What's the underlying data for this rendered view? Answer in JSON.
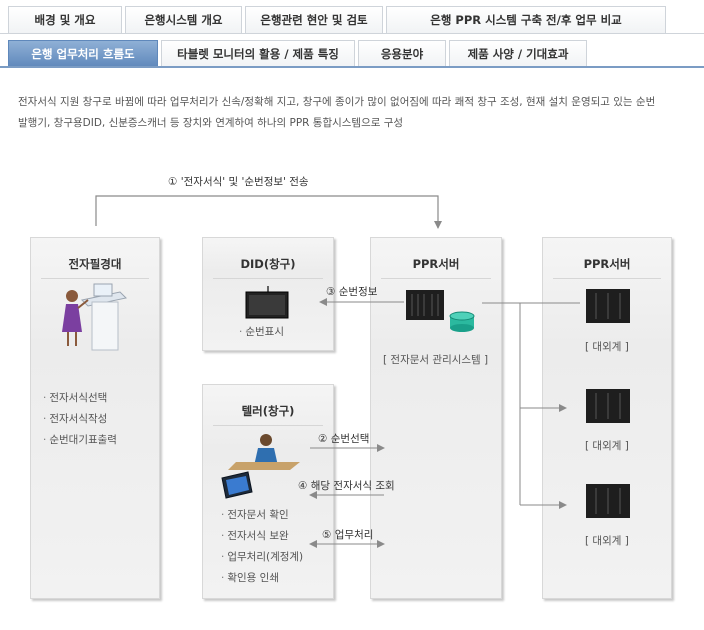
{
  "tabs_row1": [
    "배경 및 개요",
    "은행시스템 개요",
    "은행관련 현안 및 검토",
    "은행 PPR 시스템 구축 전/후 업무 비교"
  ],
  "tabs_row2": [
    "은행 업무처리 흐름도",
    "타블렛 모니터의 활용 / 제품 특징",
    "응용분야",
    "제품 사양 / 기대효과"
  ],
  "intro": {
    "line1": "전자서식 지원 창구로 바뀜에 따라 업무처리가 신속/정확해 지고, 창구에 종이가 많이 없어짐에 따라 쾌적 창구 조성, 현재 설치 운영되고 있는 순번",
    "line2": "발행기, 창구용DID, 신분증스캐너 등 장치와 연계하여 하나의 PPR 통합시스템으로 구성"
  },
  "top_flow": "① '전자서식'  및  '순번정보'  전송",
  "panels": {
    "kiosk": {
      "title": "전자필경대",
      "items": [
        "전자서식선택",
        "전자서식작성",
        "순번대기표출력"
      ]
    },
    "did": {
      "title": "DID(창구)",
      "items": [
        "순번표시"
      ]
    },
    "ppr": {
      "title": "PPR서버",
      "caption": "[ 전자문서 관리시스템 ]"
    },
    "ext": {
      "title": "PPR서버",
      "captions": [
        "[ 대외계 ]",
        "[ 대외계 ]",
        "[ 대외계 ]"
      ]
    },
    "teller": {
      "title": "텔러(창구)",
      "items": [
        "전자문서 확인",
        "전자서식 보완",
        "업무처리(계정계)",
        "확인용 인쇄"
      ]
    }
  },
  "arrows": {
    "a3": "③ 순번정보",
    "a2": "② 순번선택",
    "a4": "④ 해당 전자서식 조회",
    "a5": "⑤ 업무처리"
  },
  "bullet": "·",
  "colors": {
    "active_tab": "#6b91c2",
    "line": "#9a9a9a",
    "db": "#1aa08a"
  }
}
